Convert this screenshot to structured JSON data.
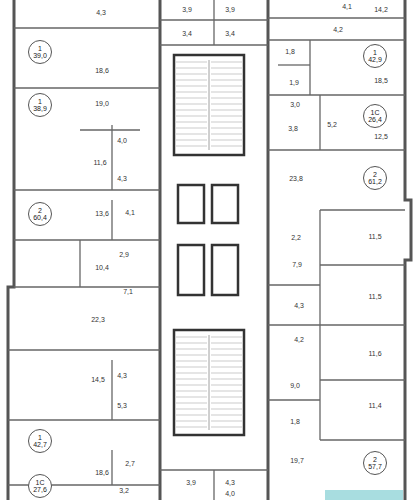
{
  "diagram": {
    "nodes": [
      {
        "text": [
          "1",
          "39,0"
        ]
      },
      {
        "text": [
          "1",
          "42,9"
        ]
      },
      {
        "text": [
          "1",
          "38,9"
        ]
      },
      {
        "text": [
          "1С",
          "26,4"
        ]
      },
      {
        "text": [
          "2",
          "61,2"
        ]
      },
      {
        "text": [
          "2",
          "60,4"
        ]
      },
      {
        "text": [
          "1",
          "42,7"
        ]
      },
      {
        "text": [
          "2",
          "57,7"
        ]
      },
      {
        "text": [
          "1С",
          "27,6"
        ]
      }
    ],
    "labels": [
      "4,3",
      "18,6",
      "19,0",
      "4,0",
      "11,6",
      "4,3",
      "13,6",
      "4,1",
      "2,9",
      "10,4",
      "7,1",
      "22,3",
      "14,5",
      "4,3",
      "5,3",
      "18,6",
      "2,7",
      "3,2",
      "3,9",
      "3,9",
      "3,4",
      "3,4",
      "3,9",
      "4,3",
      "4,0",
      "4,1",
      "14,2",
      "4,2",
      "1,8",
      "18,5",
      "1,9",
      "3,0",
      "5,2",
      "3,8",
      "12,5",
      "23,8",
      "2,2",
      "11,5",
      "7,9",
      "11,5",
      "4,3",
      "4,2",
      "11,6",
      "9,0",
      "11,4",
      "1,8",
      "19,7"
    ]
  }
}
